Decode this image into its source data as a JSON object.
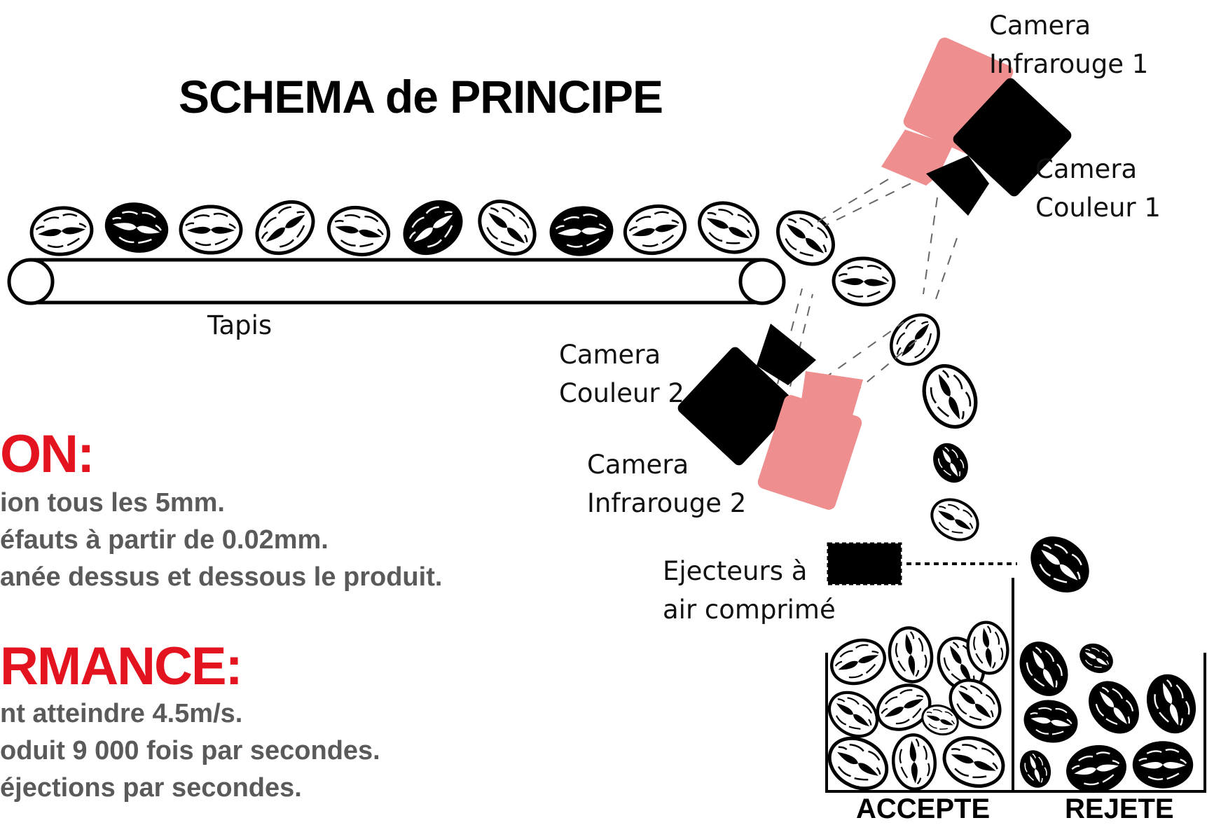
{
  "title": "SCHEMA de PRINCIPE",
  "labels": {
    "conveyor": "Tapis",
    "camera_ir_1": [
      "Camera",
      "Infrarouge 1"
    ],
    "camera_color_1": [
      "Camera",
      "Couleur 1"
    ],
    "camera_color_2": [
      "Camera",
      "Couleur 2"
    ],
    "camera_ir_2": [
      "Camera",
      "Infrarouge 2"
    ],
    "ejector": [
      "Ejecteurs à",
      "air comprimé"
    ]
  },
  "bins": {
    "accepted": "ACCEPTE",
    "rejected": "REJETE"
  },
  "section_1": {
    "heading": "ON:",
    "lines": [
      "ion tous les 5mm.",
      "éfauts à partir de 0.02mm.",
      "anée dessus et dessous le produit."
    ]
  },
  "section_2": {
    "heading": "RMANCE:",
    "lines": [
      "nt atteindre 4.5m/s.",
      "oduit 9 000 fois par secondes.",
      " éjections par secondes."
    ]
  },
  "colors": {
    "heading": "#e3141f",
    "body_text": "#5a5a5a",
    "infrared_camera": "#ee8e8e",
    "color_camera": "#000000",
    "nut_good": "#ffffff",
    "nut_bad": "#000000"
  }
}
